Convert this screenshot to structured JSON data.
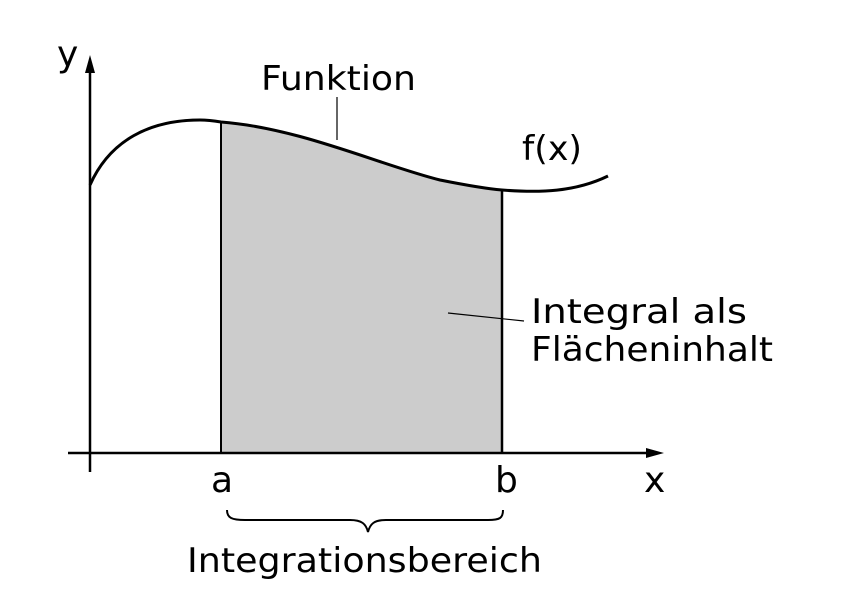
{
  "diagram": {
    "title": "Integral als Flächeninhalt",
    "axes": {
      "x_label": "x",
      "y_label": "y"
    },
    "bounds": {
      "lower_label": "a",
      "upper_label": "b"
    },
    "labels": {
      "function_callout": "Funktion",
      "function_name": "f(x)",
      "area_line1": "Integral als",
      "area_line2": "Flächeninhalt",
      "range": "Integrationsbereich"
    },
    "colors": {
      "area_fill": "#cccccc",
      "stroke": "#000000",
      "background": "#ffffff"
    }
  }
}
